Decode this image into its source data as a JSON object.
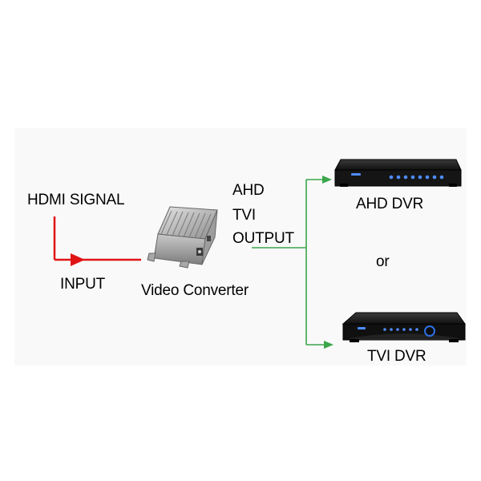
{
  "diagram": {
    "input_label": "HDMI SIGNAL",
    "input_port_label": "INPUT",
    "device_label": "Video Converter",
    "output_labels": [
      "AHD",
      "TVI",
      "OUTPUT"
    ],
    "destinations": [
      {
        "label": "AHD DVR",
        "device": "ahd-dvr"
      },
      {
        "label": "TVI DVR",
        "device": "tvi-dvr"
      }
    ],
    "separator": "or"
  },
  "colors": {
    "input_arrow": "#e11414",
    "output_lines": "#3aa64a",
    "dvr_body": "#1a1a1a",
    "dvr_leds": "#4e8cff"
  }
}
